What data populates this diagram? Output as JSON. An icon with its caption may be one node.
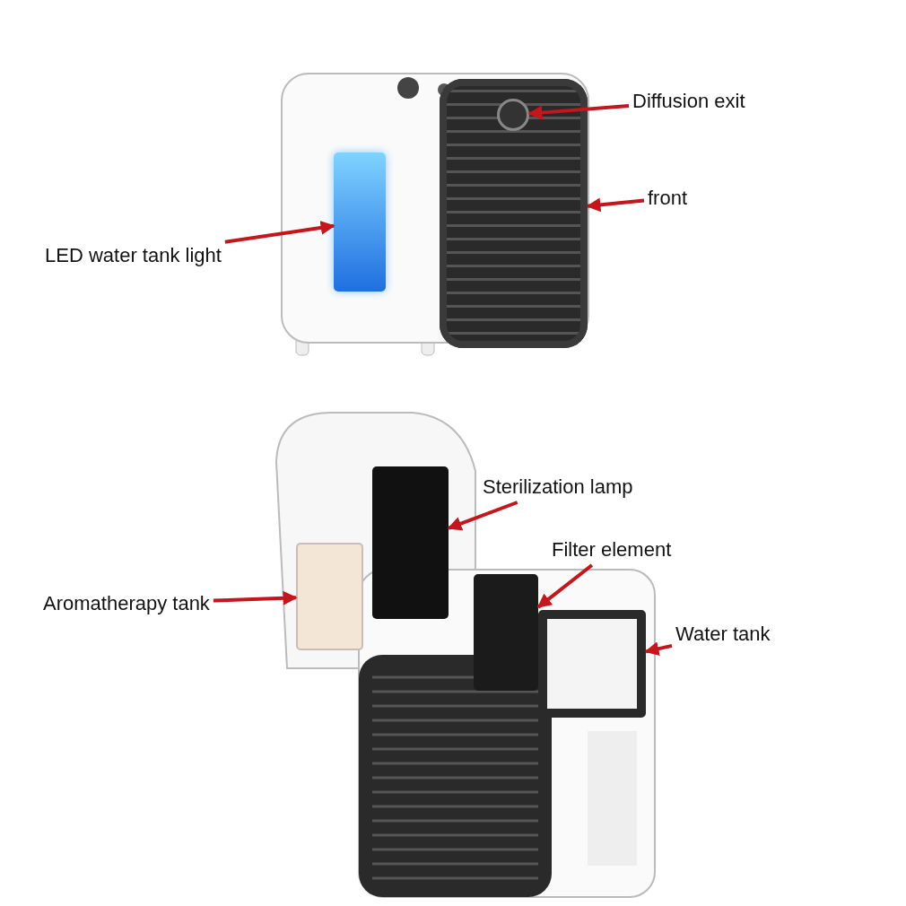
{
  "diagram": {
    "nodes": [
      {
        "text": [],
        "shape": "picture"
      },
      {
        "text": [
          "Diffusion exit"
        ]
      },
      {
        "text": [],
        "shape": "box",
        "in": 0
      },
      {
        "text": [
          "front"
        ]
      },
      {
        "text": [],
        "shape": "box",
        "in": 0
      },
      {
        "text": [
          "LED water tank light"
        ]
      },
      {
        "text": [],
        "shape": "circle",
        "in": 4
      },
      {
        "text": [],
        "shape": "picture"
      },
      {
        "text": [
          "Sterilization lamp"
        ]
      },
      {
        "text": [],
        "shape": "box"
      },
      {
        "text": [
          "Filter element"
        ]
      },
      {
        "text": [],
        "shape": "box"
      },
      {
        "text": [
          "Aromatherapy tank"
        ]
      },
      {
        "text": [],
        "shape": "box",
        "in": 7
      },
      {
        "text": [
          "Water tank"
        ]
      },
      {
        "text": [],
        "shape": "box",
        "in": 7
      }
    ],
    "edges": [
      {
        "from": 1,
        "to": 6,
        "arrow": "to"
      },
      {
        "from": 3,
        "to": 4,
        "arrow": "to"
      },
      {
        "from": 5,
        "to": 2,
        "arrow": "to"
      },
      {
        "from": 8,
        "to": 11,
        "arrow": "to"
      },
      {
        "from": 10,
        "to": 13,
        "arrow": "to"
      },
      {
        "from": 12,
        "to": 9,
        "arrow": "to"
      },
      {
        "from": 14,
        "to": 15,
        "arrow": "to"
      }
    ]
  }
}
